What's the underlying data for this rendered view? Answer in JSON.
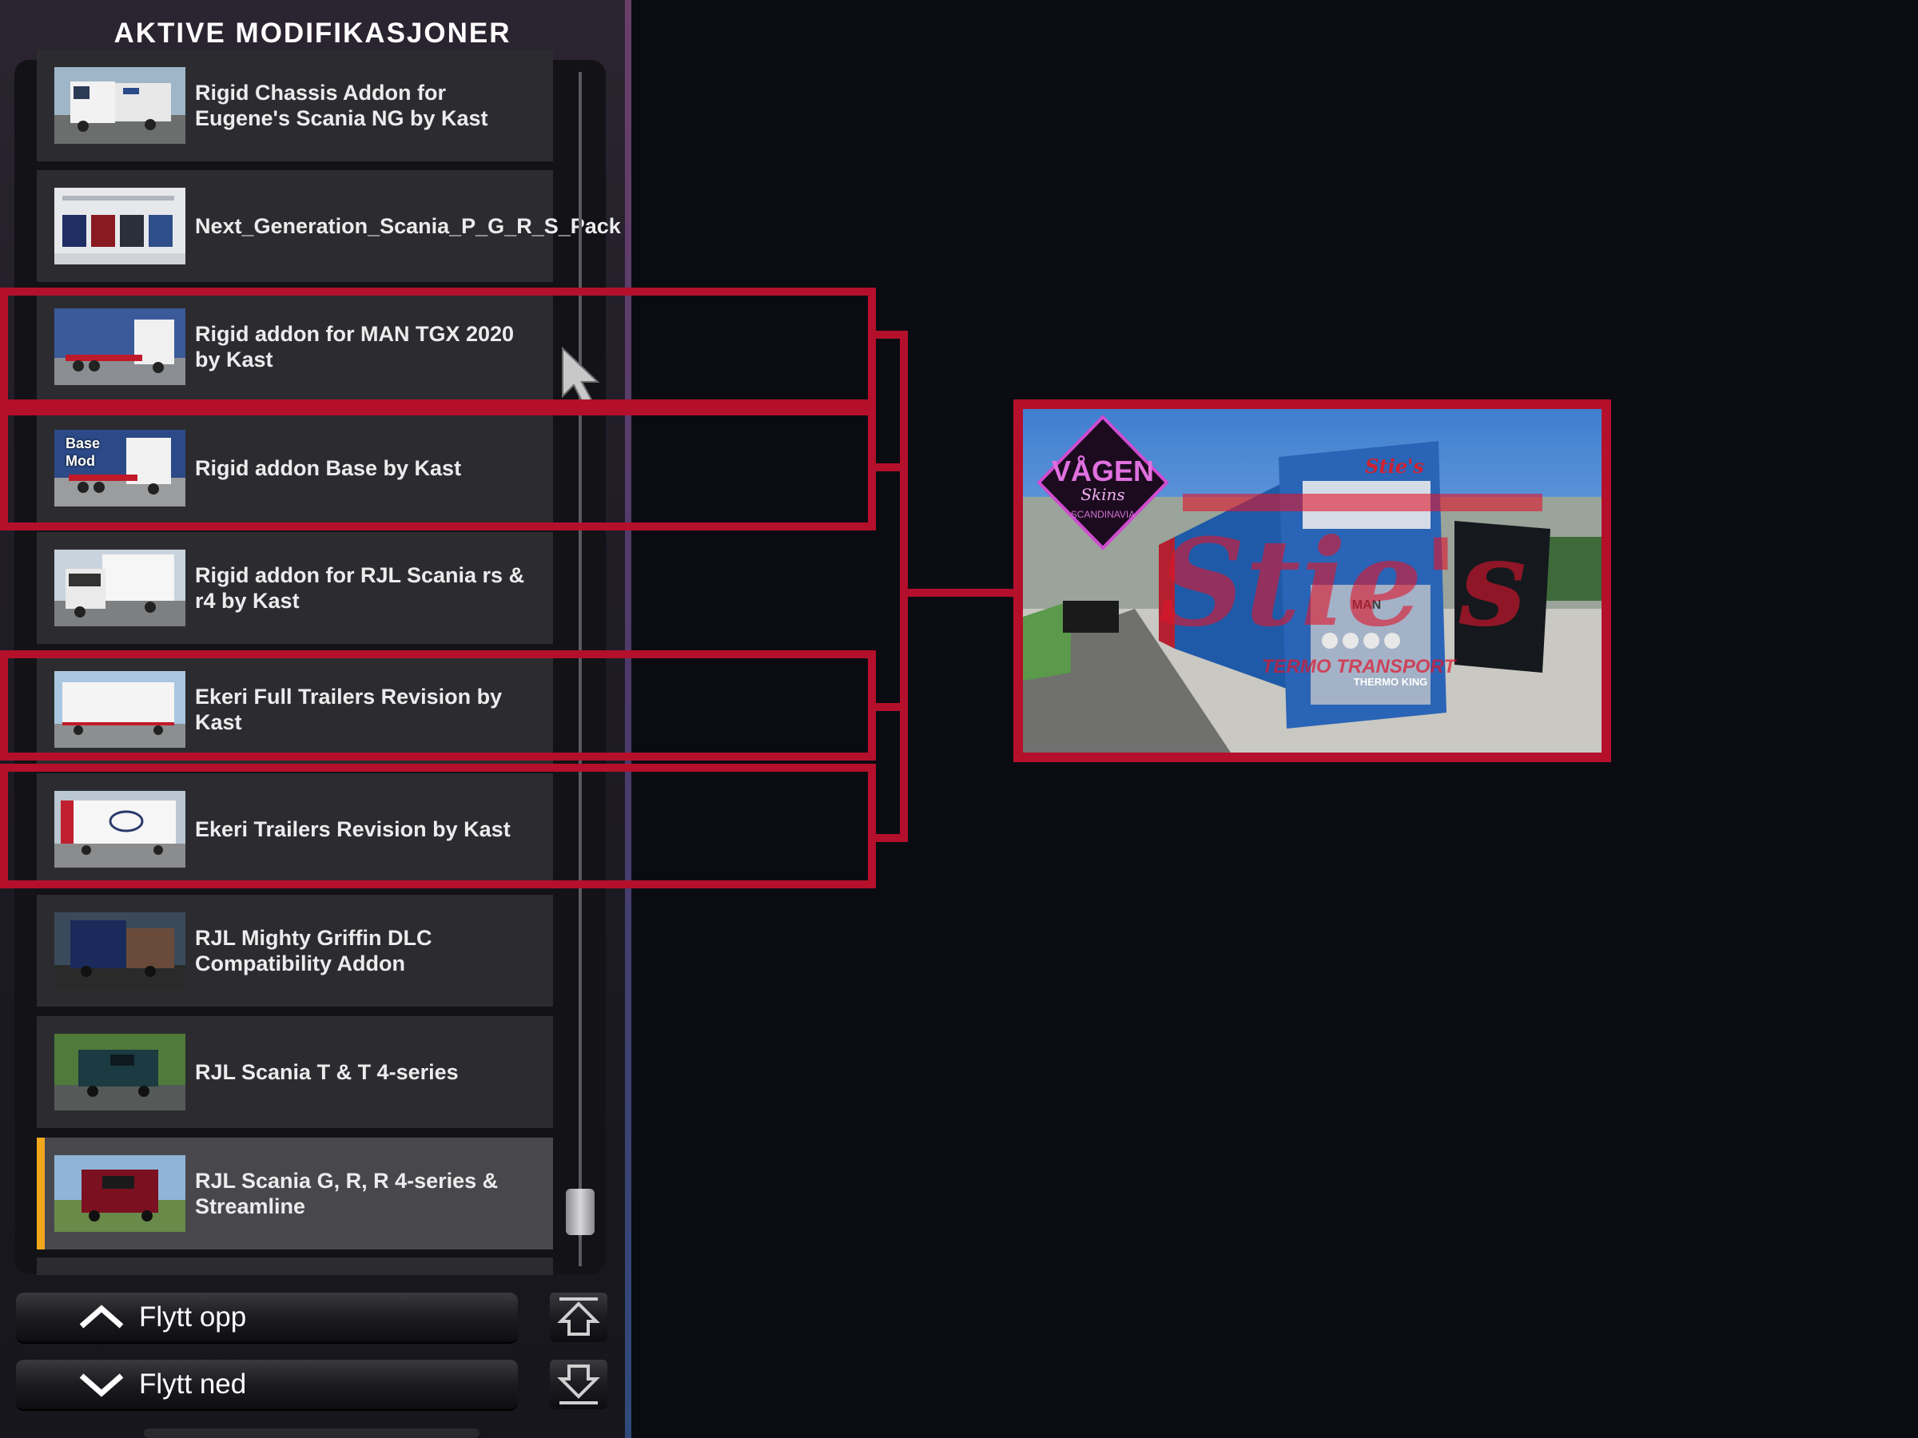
{
  "panel": {
    "title": "AKTIVE MODIFIKASJONER"
  },
  "mods": [
    {
      "label": "Rigid Chassis Addon for Eugene's Scania NG by Kast",
      "thumb": "white-scania-trailer"
    },
    {
      "label": "Next_Generation_Scania_P_G_R_S_Pack",
      "thumb": "scania-pack-four-trucks"
    },
    {
      "label": "Rigid addon for MAN TGX 2020 by Kast",
      "thumb": "man-tgx-chassis"
    },
    {
      "label": "Rigid addon Base by Kast",
      "thumb": "base-mod-chassis",
      "badge": "Base Mod"
    },
    {
      "label": "Rigid addon for RJL Scania rs & r4 by Kast",
      "thumb": "white-rjl-scania-box"
    },
    {
      "label": "Ekeri Full Trailers Revision by Kast",
      "thumb": "white-full-trailer"
    },
    {
      "label": "Ekeri Trailers Revision by Kast",
      "thumb": "ekeri-trailer"
    },
    {
      "label": "RJL Mighty Griffin DLC Compatibility Addon",
      "thumb": "dark-blue-truck"
    },
    {
      "label": "RJL Scania T & T 4-series",
      "thumb": "green-t-scania"
    },
    {
      "label": "RJL Scania G, R, R 4-series & Streamline",
      "thumb": "red-scania-tractor",
      "active": true
    }
  ],
  "buttons": {
    "move_up": "Flytt opp",
    "move_down": "Flytt ned"
  },
  "preview": {
    "logo_text": "VÅGEN",
    "logo_script": "Skins",
    "logo_sub": "SCANDINAVIA",
    "watermark": "Stie's",
    "watermark_sub": "TERMO TRANSPORT",
    "truck_brand": "MAN",
    "cab_sign": "Stie's",
    "unit_label": "THERMO KING"
  },
  "colors": {
    "annotation_red": "#b4102b",
    "active_marker": "#f2a81d"
  }
}
